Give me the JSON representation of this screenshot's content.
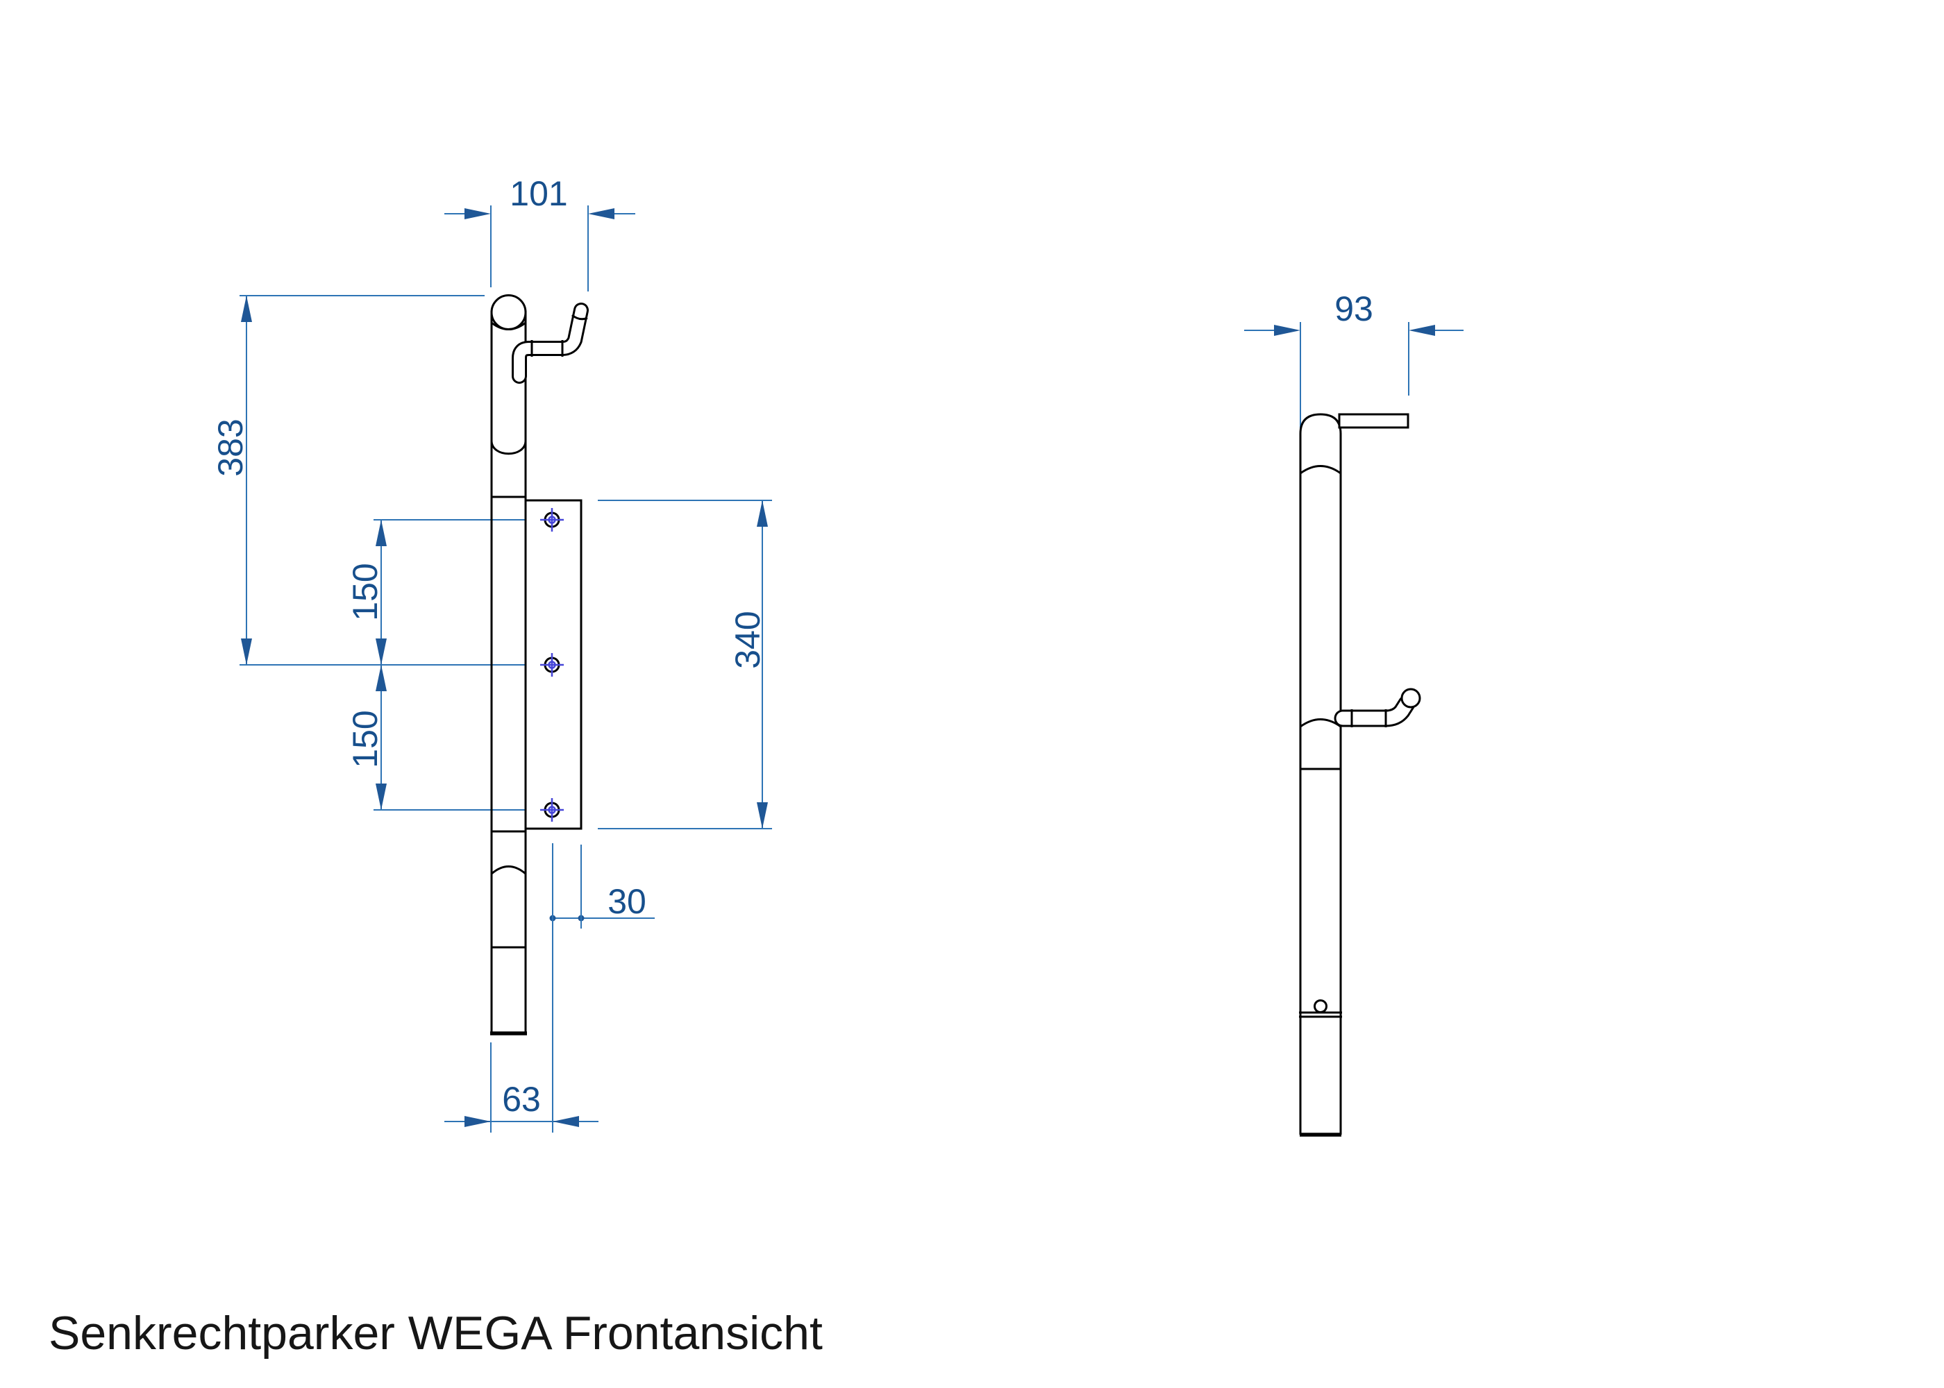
{
  "caption": "Senkrechtparker WEGA Frontansicht",
  "colors": {
    "page-bg": "#ffffff",
    "ink": "#000000",
    "caption-ink": "#161616",
    "dim-line": "#2e74b5",
    "dim-arrow": "#1f5796",
    "dim-text": "#174f8c",
    "hole-accent": "#4646d8"
  },
  "front_view": {
    "dims": {
      "top_width": "101",
      "overall_height": "383",
      "hole_spacing_upper": "150",
      "hole_spacing_lower": "150",
      "plate_height": "340",
      "hole_edge_offset": "30",
      "bottom_width": "63"
    }
  },
  "side_view": {
    "dims": {
      "top_width": "93"
    }
  }
}
